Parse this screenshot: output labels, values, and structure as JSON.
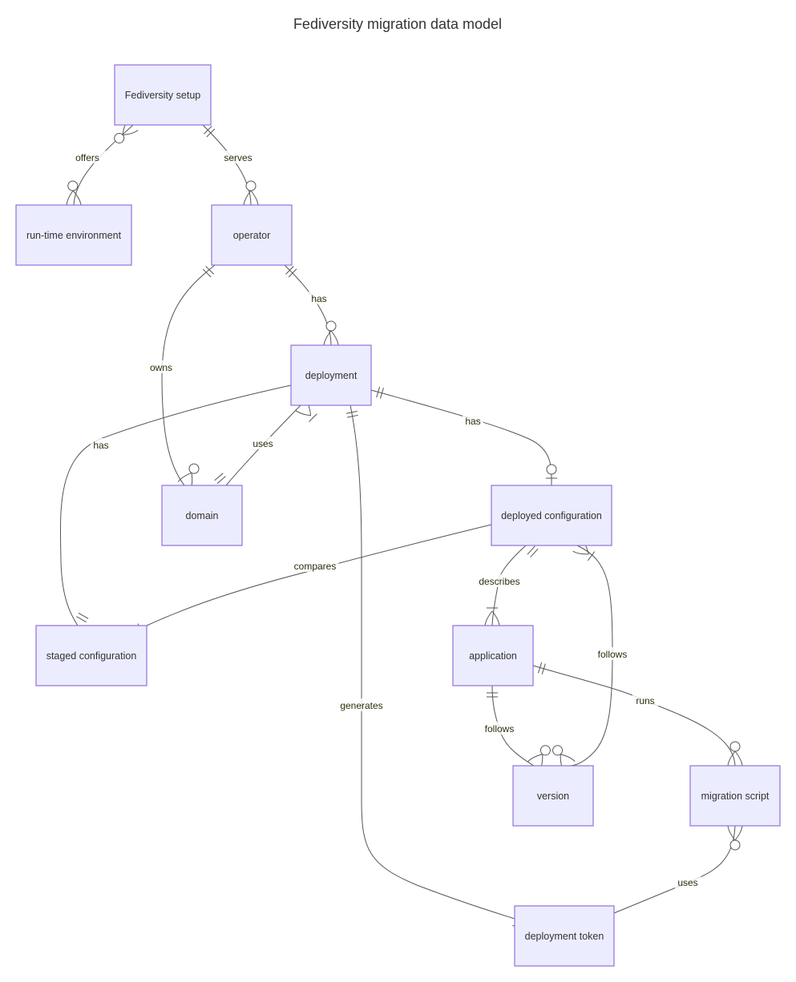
{
  "diagram": {
    "title": "Fediversity migration data model",
    "entities": [
      {
        "id": "setup",
        "label": "Fediversity setup"
      },
      {
        "id": "rte",
        "label": "run-time environment"
      },
      {
        "id": "operator",
        "label": "operator"
      },
      {
        "id": "deployment",
        "label": "deployment"
      },
      {
        "id": "domain",
        "label": "domain"
      },
      {
        "id": "deployed",
        "label": "deployed configuration"
      },
      {
        "id": "staged",
        "label": "staged configuration"
      },
      {
        "id": "application",
        "label": "application"
      },
      {
        "id": "version",
        "label": "version"
      },
      {
        "id": "script",
        "label": "migration script"
      },
      {
        "id": "token",
        "label": "deployment token"
      }
    ],
    "relationships": [
      {
        "id": "offers",
        "from": "setup",
        "to": "rte",
        "label": "offers",
        "from_card": "zero-or-more",
        "to_card": "zero-or-more"
      },
      {
        "id": "serves",
        "from": "setup",
        "to": "operator",
        "label": "serves",
        "from_card": "exactly-one",
        "to_card": "zero-or-more"
      },
      {
        "id": "op-has",
        "from": "operator",
        "to": "deployment",
        "label": "has",
        "from_card": "exactly-one",
        "to_card": "zero-or-more"
      },
      {
        "id": "owns",
        "from": "operator",
        "to": "domain",
        "label": "owns",
        "from_card": "exactly-one",
        "to_card": "zero-or-more"
      },
      {
        "id": "dep-has-staged",
        "from": "deployment",
        "to": "staged",
        "label": "has",
        "from_card": "exactly-one",
        "to_card": "exactly-one"
      },
      {
        "id": "uses-domain",
        "from": "deployment",
        "to": "domain",
        "label": "uses",
        "from_card": "one-or-more",
        "to_card": "exactly-one"
      },
      {
        "id": "dep-has-deployed",
        "from": "deployment",
        "to": "deployed",
        "label": "has",
        "from_card": "exactly-one",
        "to_card": "zero-or-one"
      },
      {
        "id": "generates",
        "from": "deployment",
        "to": "token",
        "label": "generates",
        "from_card": "exactly-one",
        "to_card": "one-or-more"
      },
      {
        "id": "compares",
        "from": "deployed",
        "to": "staged",
        "label": "compares",
        "from_card": "zero-or-one",
        "to_card": "exactly-one"
      },
      {
        "id": "describes",
        "from": "deployed",
        "to": "application",
        "label": "describes",
        "from_card": "exactly-one",
        "to_card": "one-or-more"
      },
      {
        "id": "conf-follows",
        "from": "deployed",
        "to": "version",
        "label": "follows",
        "from_card": "one-or-more",
        "to_card": "zero-or-more"
      },
      {
        "id": "app-follows",
        "from": "application",
        "to": "version",
        "label": "follows",
        "from_card": "exactly-one",
        "to_card": "zero-or-more"
      },
      {
        "id": "runs",
        "from": "application",
        "to": "script",
        "label": "runs",
        "from_card": "exactly-one",
        "to_card": "zero-or-more"
      },
      {
        "id": "uses-token",
        "from": "script",
        "to": "token",
        "label": "uses",
        "from_card": "zero-or-more",
        "to_card": "exactly-one"
      }
    ]
  }
}
